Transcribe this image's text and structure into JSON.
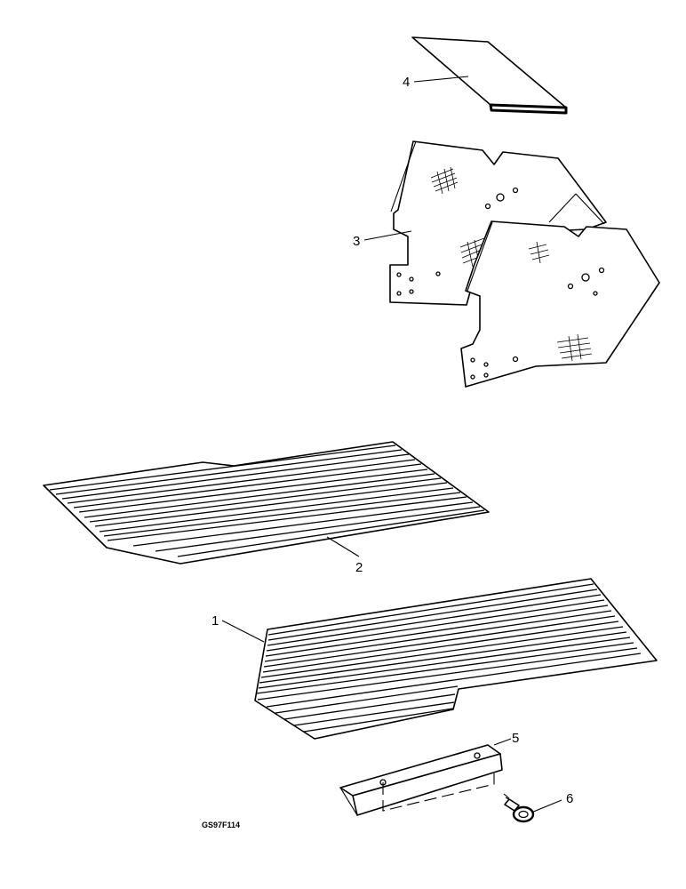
{
  "callouts": {
    "c1": "1",
    "c2": "2",
    "c3": "3",
    "c4": "4",
    "c5": "5",
    "c6": "6"
  },
  "figure_id": "GS97F114"
}
